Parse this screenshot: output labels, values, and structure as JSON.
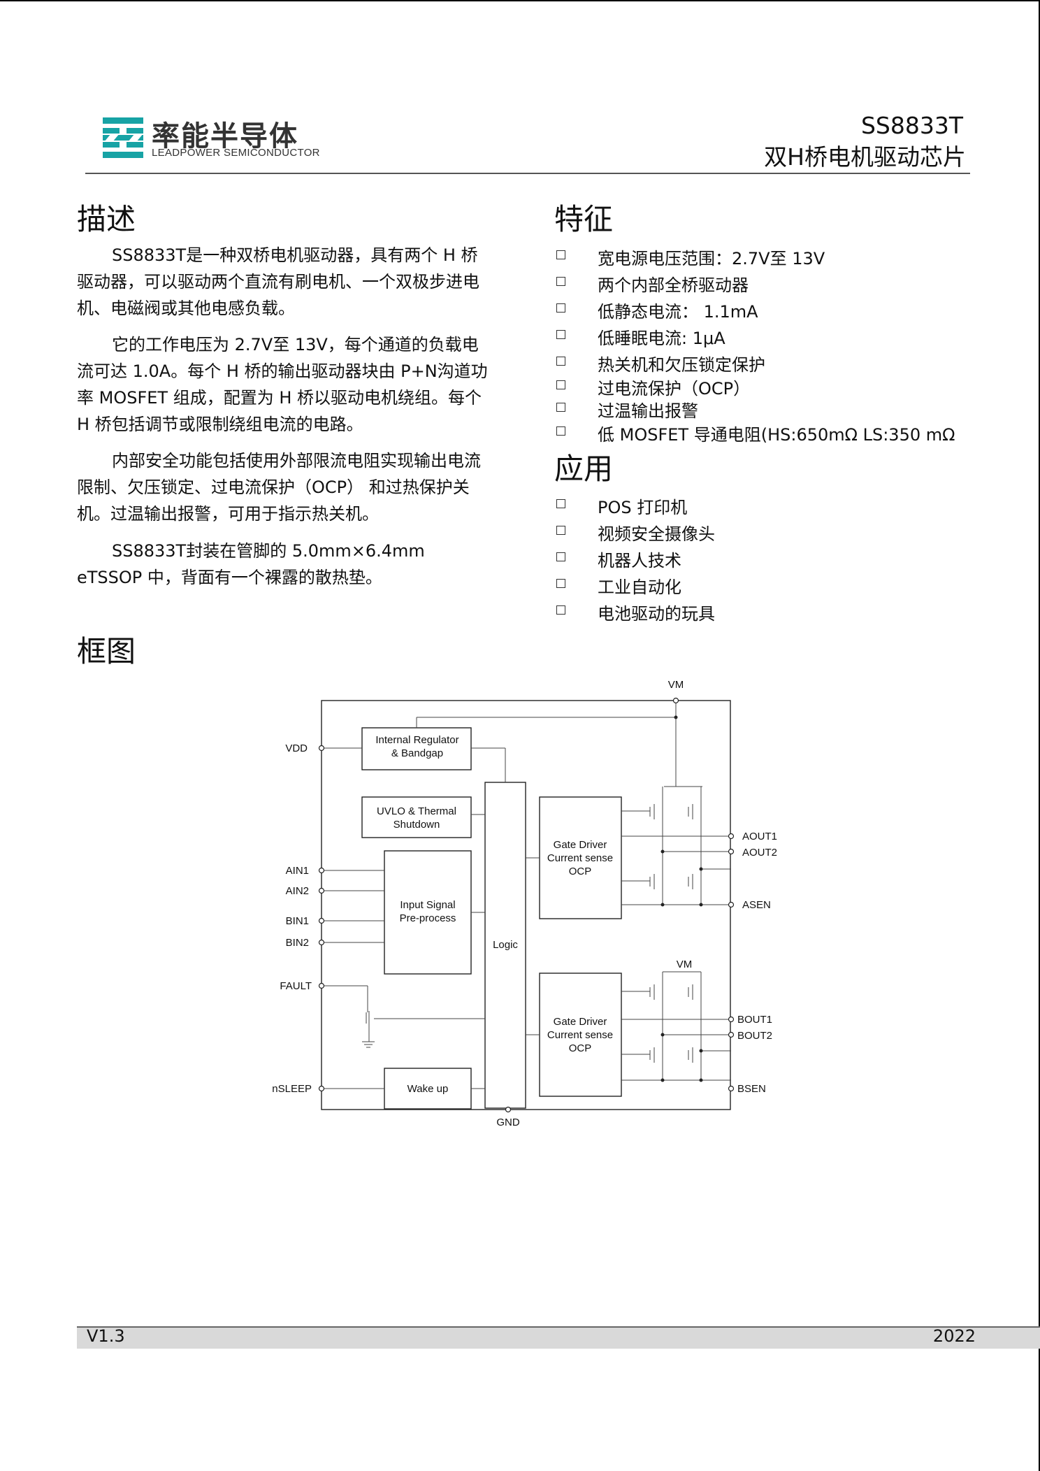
{
  "header": {
    "logo_cn": "率能半导体",
    "logo_en": "LEADPOWER SEMICONDUCTOR",
    "part_number": "SS8833T",
    "subtitle": "双H桥电机驱动芯片"
  },
  "description": {
    "title": "描述",
    "paragraphs": [
      "SS8833T是一种双桥电机驱动器，具有两个 H 桥驱动器，可以驱动两个直流有刷电机、一个双极步进电机、电磁阀或其他电感负载。",
      "它的工作电压为 2.7V至 13V，每个通道的负载电流可达 1.0A。每个 H 桥的输出驱动器块由 P+N沟道功率 MOSFET  组成，配置为 H 桥以驱动电机绕组。每个 H 桥包括调节或限制绕组电流的电路。",
      "内部安全功能包括使用外部限流电阻实现输出电流限制、欠压锁定、过电流保护（OCP） 和过热保护关机。过温输出报警，可用于指示热关机。",
      "SS8833T封装在管脚的 5.0mm×6.4mm eTSSOP  中，背面有一个裸露的散热垫。"
    ]
  },
  "features": {
    "title": "特征",
    "items": [
      "宽电源电压范围：2.7V至 13V",
      "两个内部全桥驱动器",
      "低静态电流： 1.1mA",
      "低睡眠电流: 1μA",
      "热关机和欠压锁定保护",
      "过电流保护（OCP）",
      "过温输出报警",
      "低 MOSFET  导通电阻(HS:650mΩ LS:350 mΩ"
    ]
  },
  "applications": {
    "title": "应用",
    "items": [
      "POS 打印机",
      "视频安全摄像头",
      "机器人技术",
      "工业自动化",
      "电池驱动的玩具"
    ]
  },
  "block_diagram": {
    "title": "框图",
    "blocks": {
      "regulator": [
        "Internal Regulator",
        "& Bandgap"
      ],
      "uvlo": [
        "UVLO & Thermal",
        "Shutdown"
      ],
      "input": [
        "Input Signal",
        "Pre-process"
      ],
      "logic": "Logic",
      "wake": "Wake up",
      "gate_a": [
        "Gate Driver",
        "Current sense",
        "OCP"
      ],
      "gate_b": [
        "Gate Driver",
        "Current sense",
        "OCP"
      ]
    },
    "pins": {
      "vm_top": "VM",
      "vm_mid": "VM",
      "vdd": "VDD",
      "ain1": "AIN1",
      "ain2": "AIN2",
      "bin1": "BIN1",
      "bin2": "BIN2",
      "fault": "FAULT",
      "nsleep": "nSLEEP",
      "aout1": "AOUT1",
      "aout2": "AOUT2",
      "asen": "ASEN",
      "bout1": "BOUT1",
      "bout2": "BOUT2",
      "bsen": "BSEN",
      "gnd": "GND"
    }
  },
  "footer": {
    "version": "V1.3",
    "year": "2022"
  }
}
